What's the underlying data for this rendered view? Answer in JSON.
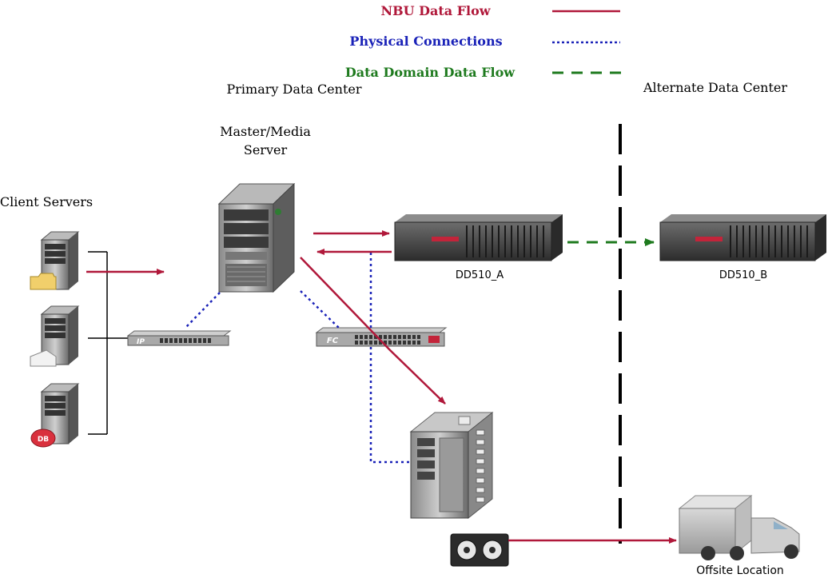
{
  "legend": {
    "nbu": {
      "label": "NBU Data Flow",
      "color": "#b0183a"
    },
    "physical": {
      "label": "Physical Connections",
      "color": "#1a22b8"
    },
    "datadomain": {
      "label": "Data Domain Data Flow",
      "color": "#1e7a1e"
    }
  },
  "sites": {
    "primary": "Primary Data Center",
    "alternate": "Alternate Data Center"
  },
  "nodes": {
    "master_line1": "Master/Media",
    "master_line2": "Server",
    "clients": "Client Servers",
    "dd_a": "DD510_A",
    "dd_b": "DD510_B",
    "offsite": "Offsite Location",
    "ip_switch": "IP",
    "fc_switch": "FC",
    "db_badge": "DB"
  },
  "colors": {
    "nbu": "#b0183a",
    "physical": "#1a22b8",
    "datadomain": "#1e7a1e",
    "boundary": "#000000"
  }
}
